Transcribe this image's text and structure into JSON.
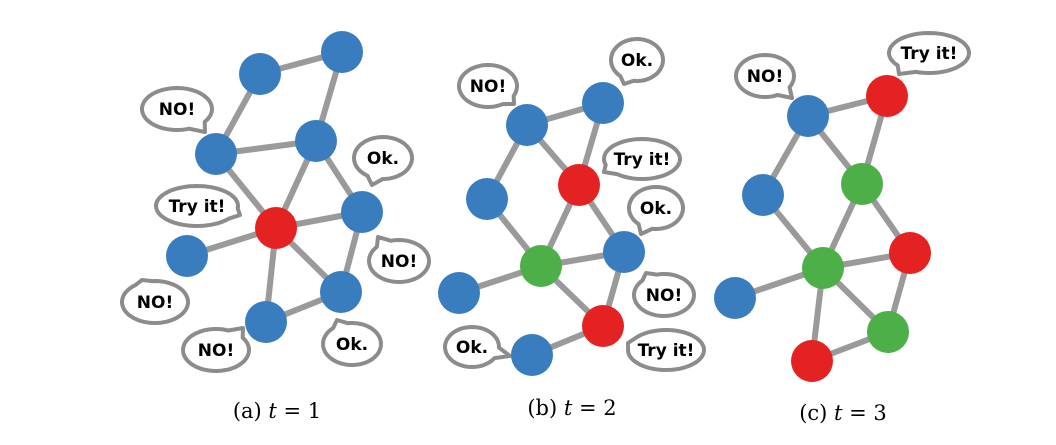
{
  "colors": {
    "blue": "#3a7dbf",
    "red": "#e52222",
    "green": "#4caf48",
    "edge": "#9a9a9a",
    "bubble_border": "#8c8c8c"
  },
  "panels": [
    {
      "caption_prefix": "(a) ",
      "caption_var": "t",
      "caption_suffix": " = 1",
      "nodes": [
        {
          "id": "a1",
          "state": "blue"
        },
        {
          "id": "a2",
          "state": "blue"
        },
        {
          "id": "a3",
          "state": "blue"
        },
        {
          "id": "a4",
          "state": "blue"
        },
        {
          "id": "a5",
          "state": "red"
        },
        {
          "id": "a6",
          "state": "blue"
        },
        {
          "id": "a7",
          "state": "blue"
        },
        {
          "id": "a8",
          "state": "blue"
        },
        {
          "id": "a9",
          "state": "blue"
        }
      ],
      "edges": [
        [
          "a1",
          "a2"
        ],
        [
          "a1",
          "a3"
        ],
        [
          "a2",
          "a4"
        ],
        [
          "a3",
          "a4"
        ],
        [
          "a4",
          "a5"
        ],
        [
          "a3",
          "a5"
        ],
        [
          "a4",
          "a6"
        ],
        [
          "a5",
          "a6"
        ],
        [
          "a5",
          "a7"
        ],
        [
          "a5",
          "a8"
        ],
        [
          "a6",
          "a8"
        ],
        [
          "a5",
          "a9"
        ],
        [
          "a8",
          "a9"
        ]
      ],
      "bubbles": [
        {
          "id": "b-a1",
          "text": "NO!"
        },
        {
          "id": "b-a2",
          "text": "Ok."
        },
        {
          "id": "b-a3",
          "text": "Try it!"
        },
        {
          "id": "b-a4",
          "text": "NO!"
        },
        {
          "id": "b-a5",
          "text": "NO!"
        },
        {
          "id": "b-a6",
          "text": "NO!"
        },
        {
          "id": "b-a7",
          "text": "Ok."
        }
      ]
    },
    {
      "caption_prefix": "(b) ",
      "caption_var": "t",
      "caption_suffix": " = 2",
      "nodes": [
        {
          "id": "b1",
          "state": "blue"
        },
        {
          "id": "b2",
          "state": "blue"
        },
        {
          "id": "b3",
          "state": "red"
        },
        {
          "id": "b4",
          "state": "blue"
        },
        {
          "id": "b5",
          "state": "green"
        },
        {
          "id": "b6",
          "state": "blue"
        },
        {
          "id": "b7",
          "state": "blue"
        },
        {
          "id": "b8",
          "state": "red"
        },
        {
          "id": "b9",
          "state": "blue"
        }
      ],
      "edges": [
        [
          "b1",
          "b2"
        ],
        [
          "b1",
          "b3"
        ],
        [
          "b2",
          "b3"
        ],
        [
          "b1",
          "b4"
        ],
        [
          "b4",
          "b5"
        ],
        [
          "b3",
          "b5"
        ],
        [
          "b3",
          "b6"
        ],
        [
          "b5",
          "b6"
        ],
        [
          "b5",
          "b7"
        ],
        [
          "b5",
          "b8"
        ],
        [
          "b6",
          "b8"
        ],
        [
          "b8",
          "b9"
        ]
      ],
      "bubbles": [
        {
          "id": "b-b1",
          "text": "Ok."
        },
        {
          "id": "b-b2",
          "text": "NO!"
        },
        {
          "id": "b-b3",
          "text": "Try it!"
        },
        {
          "id": "b-b4",
          "text": "Ok."
        },
        {
          "id": "b-b5",
          "text": "NO!"
        },
        {
          "id": "b-b6",
          "text": "Try it!"
        },
        {
          "id": "b-b7",
          "text": "Ok."
        }
      ]
    },
    {
      "caption_prefix": "(c) ",
      "caption_var": "t",
      "caption_suffix": " = 3",
      "nodes": [
        {
          "id": "c1",
          "state": "red"
        },
        {
          "id": "c2",
          "state": "blue"
        },
        {
          "id": "c3",
          "state": "green"
        },
        {
          "id": "c4",
          "state": "blue"
        },
        {
          "id": "c5",
          "state": "green"
        },
        {
          "id": "c6",
          "state": "red"
        },
        {
          "id": "c7",
          "state": "blue"
        },
        {
          "id": "c8",
          "state": "green"
        },
        {
          "id": "c9",
          "state": "red"
        }
      ],
      "edges": [
        [
          "c1",
          "c2"
        ],
        [
          "c1",
          "c3"
        ],
        [
          "c2",
          "c3"
        ],
        [
          "c2",
          "c4"
        ],
        [
          "c4",
          "c5"
        ],
        [
          "c3",
          "c5"
        ],
        [
          "c3",
          "c6"
        ],
        [
          "c5",
          "c6"
        ],
        [
          "c5",
          "c7"
        ],
        [
          "c5",
          "c8"
        ],
        [
          "c6",
          "c8"
        ],
        [
          "c5",
          "c9"
        ],
        [
          "c8",
          "c9"
        ]
      ],
      "bubbles": [
        {
          "id": "b-c1",
          "text": "Try it!"
        },
        {
          "id": "b-c2",
          "text": "NO!"
        }
      ]
    }
  ]
}
